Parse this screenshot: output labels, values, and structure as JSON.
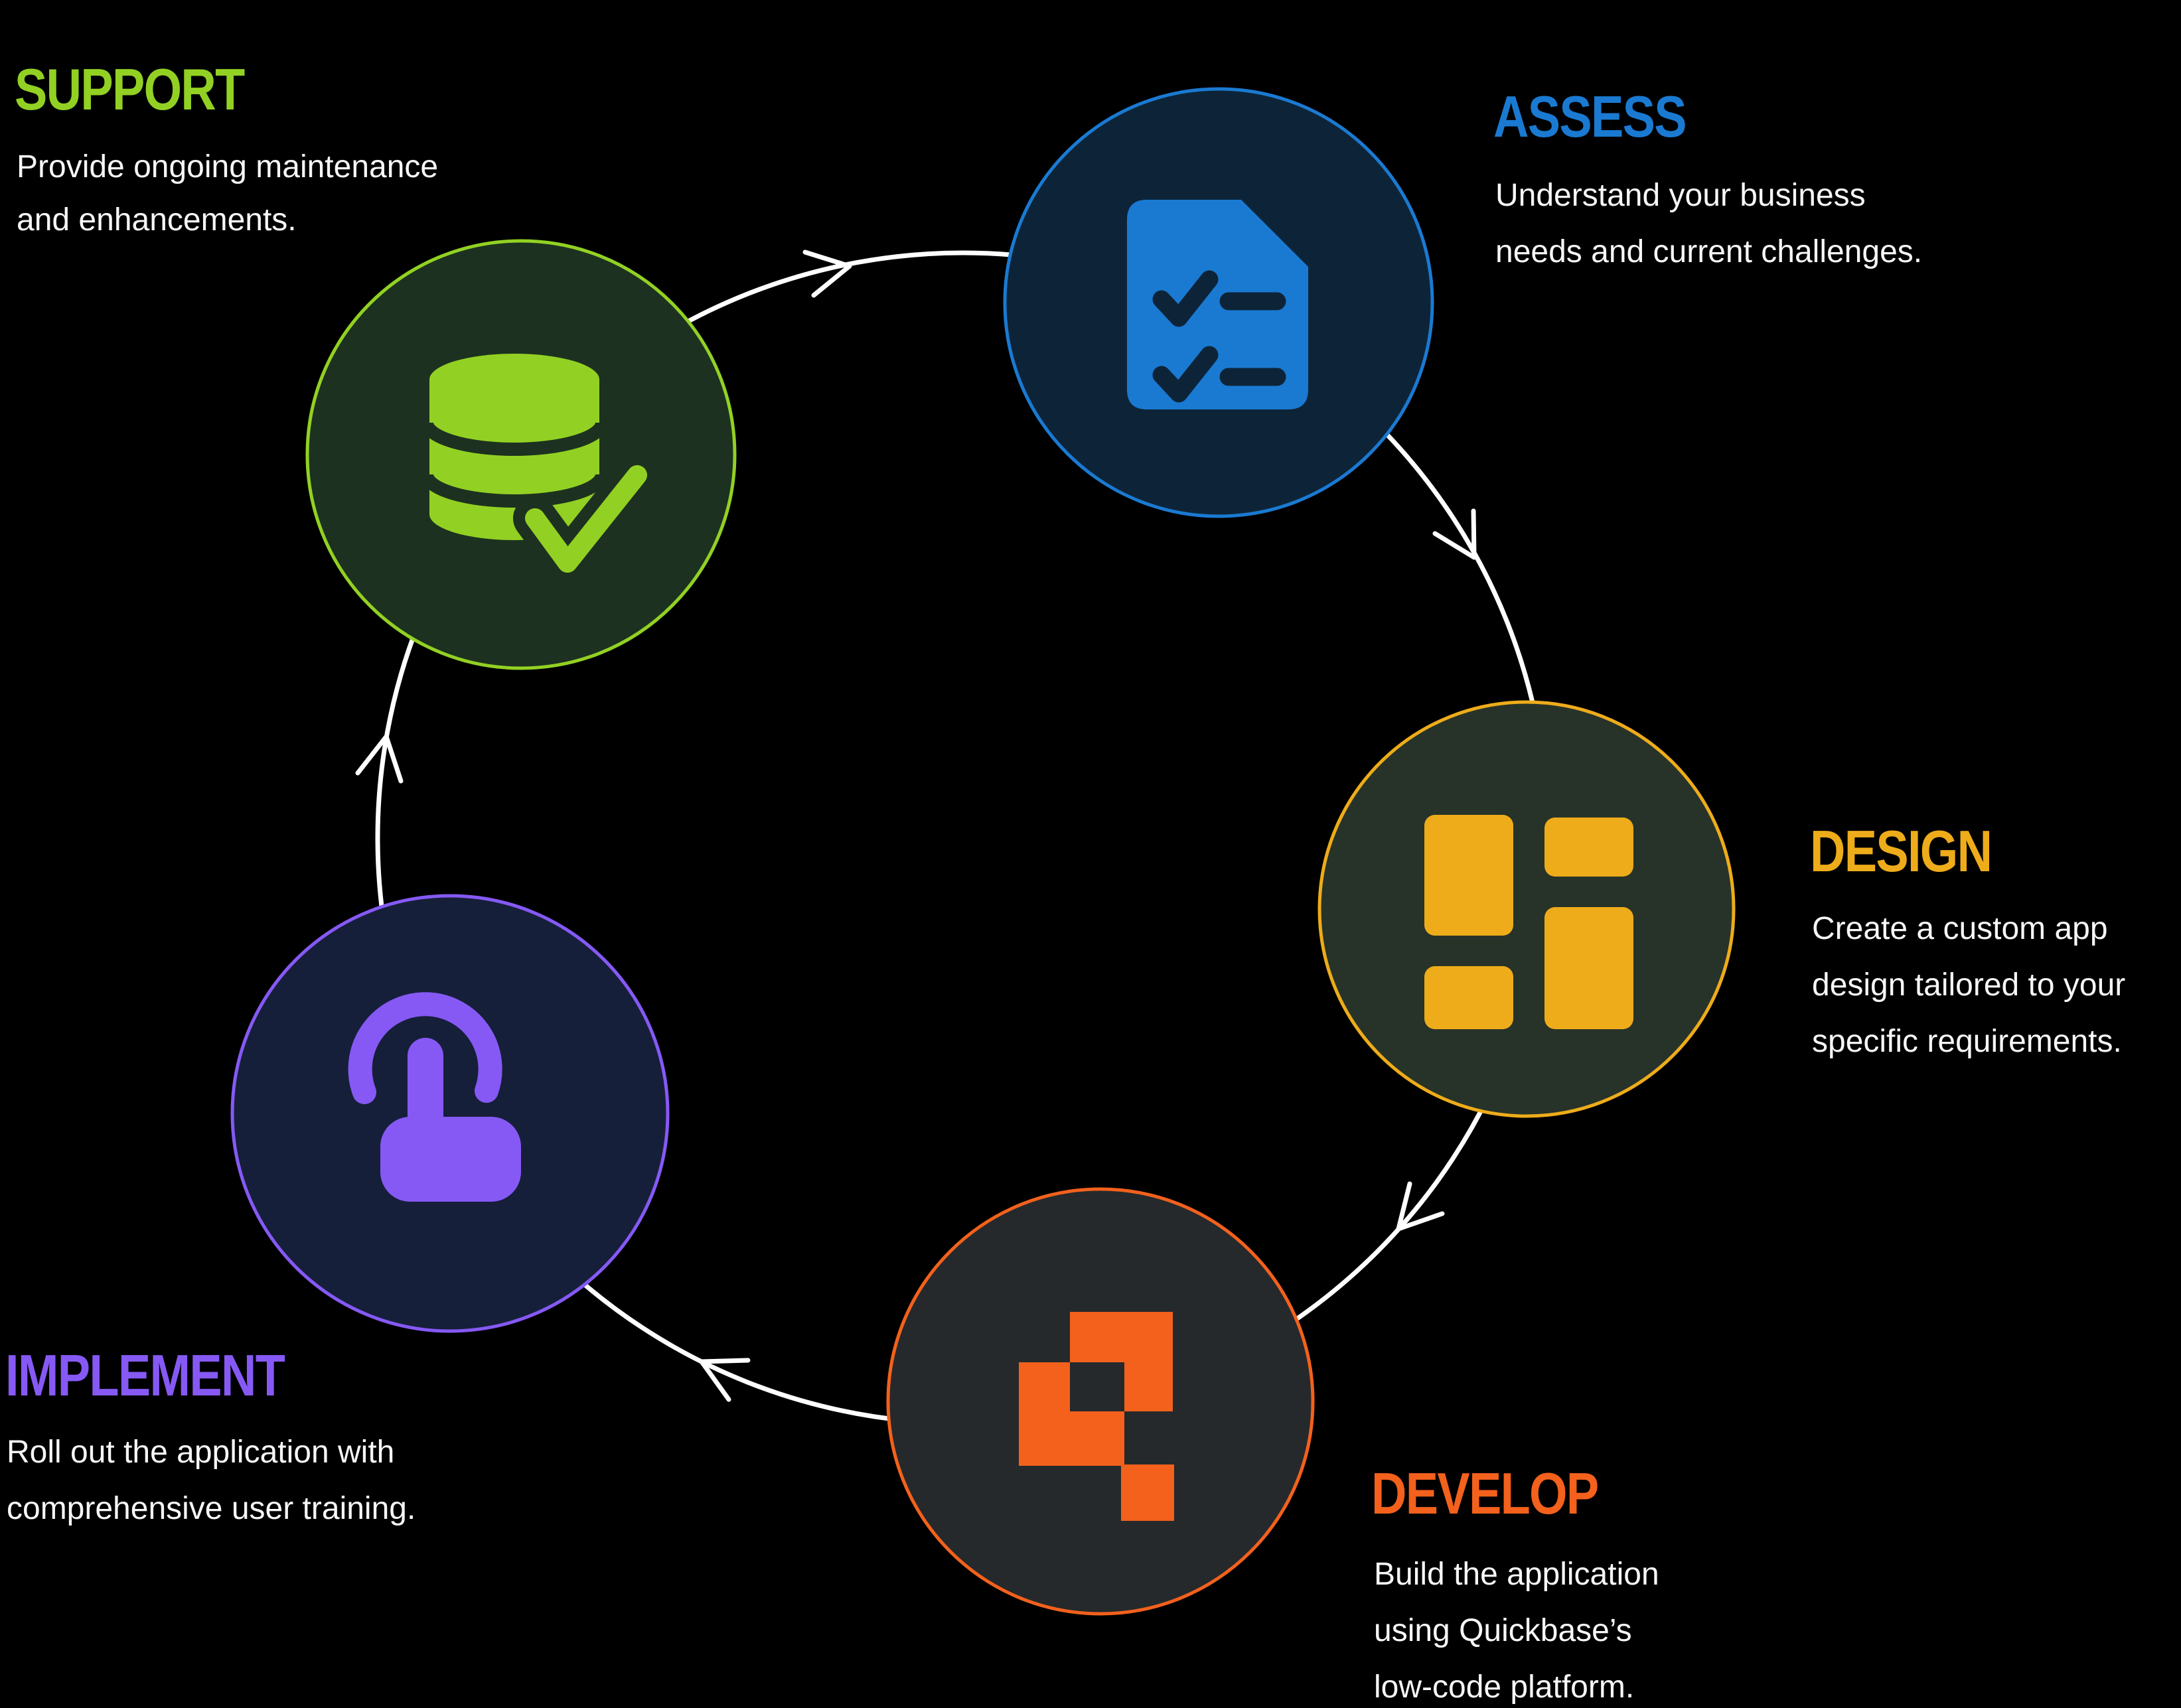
{
  "background": "#000000",
  "text_color": "#f7f7f7",
  "ring": {
    "color": "#ffffff"
  },
  "stages": [
    {
      "id": "assess",
      "label": "ASSESS",
      "lines": [
        "Understand your business",
        "needs and current challenges."
      ],
      "accent": "#1a7ad2",
      "circle_fill": "#0d2438",
      "icon": "checklist-document-icon"
    },
    {
      "id": "design",
      "label": "DESIGN",
      "lines": [
        "Create a custom app",
        "design tailored to your",
        "specific requirements."
      ],
      "accent": "#eeac1a",
      "circle_fill": "#273329",
      "icon": "grid-layout-icon"
    },
    {
      "id": "develop",
      "label": "DEVELOP",
      "lines": [
        "Build the application",
        "using Quickbase’s",
        "low-code platform."
      ],
      "accent": "#f3611c",
      "circle_fill": "#25292c",
      "icon": "quickbase-blocks-icon"
    },
    {
      "id": "implement",
      "label": "IMPLEMENT",
      "lines": [
        "Roll out the application with",
        "comprehensive user training."
      ],
      "accent": "#8659f5",
      "circle_fill": "#161f3a",
      "icon": "touch-tap-icon"
    },
    {
      "id": "support",
      "label": "SUPPORT",
      "lines": [
        "Provide ongoing maintenance",
        "and enhancements."
      ],
      "accent": "#92d123",
      "circle_fill": "#1d3120",
      "icon": "database-check-icon"
    }
  ]
}
